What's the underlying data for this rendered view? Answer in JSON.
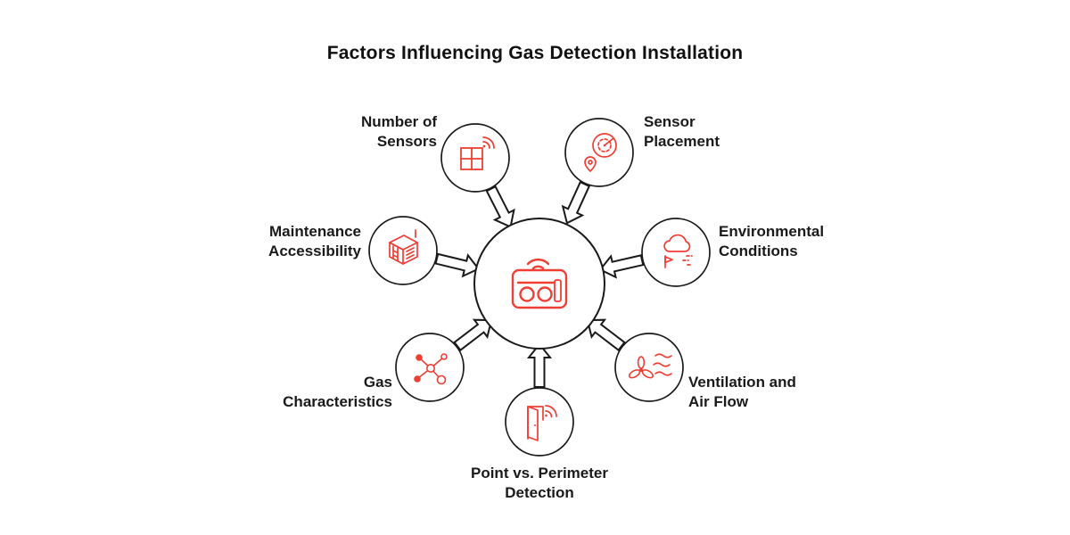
{
  "title": "Factors Influencing Gas Detection Installation",
  "colors": {
    "icon_red": "#ef3e33",
    "outline": "#1a1a1a",
    "text": "#1a1a1a",
    "background": "#ffffff"
  },
  "center": {
    "icon": "gas-detector-icon"
  },
  "factors": [
    {
      "id": "number-of-sensors",
      "label": "Number of\nSensors",
      "icon": "sensor-grid-signal-icon"
    },
    {
      "id": "sensor-placement",
      "label": "Sensor\nPlacement",
      "icon": "radar-location-icon"
    },
    {
      "id": "maintenance-accessibility",
      "label": "Maintenance\nAccessibility",
      "icon": "facility-access-icon"
    },
    {
      "id": "environmental-conditions",
      "label": "Environmental\nConditions",
      "icon": "weather-cloud-icon"
    },
    {
      "id": "gas-characteristics",
      "label": "Gas\nCharacteristics",
      "icon": "molecule-icon"
    },
    {
      "id": "point-vs-perimeter-detection",
      "label": "Point vs. Perimeter\nDetection",
      "icon": "door-sensor-icon"
    },
    {
      "id": "ventilation-air-flow",
      "label": "Ventilation and\nAir Flow",
      "icon": "fan-airflow-icon"
    }
  ]
}
